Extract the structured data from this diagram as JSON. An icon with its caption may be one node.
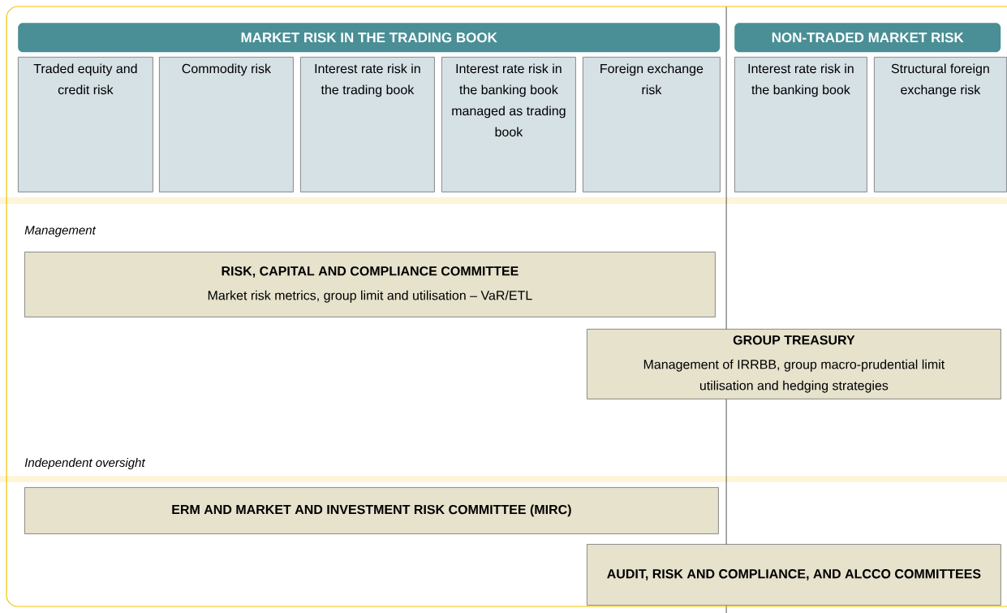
{
  "diagram": {
    "nodes": [
      {
        "text": [
          "MARKET RISK IN THE TRADING BOOK"
        ]
      },
      {
        "text": [
          "Traded equity and credit risk"
        ]
      },
      {
        "text": [
          "Commodity risk"
        ]
      },
      {
        "text": [
          "Interest rate risk in the trading book"
        ]
      },
      {
        "text": [
          "Interest rate risk in the banking book managed as trading book"
        ]
      },
      {
        "text": [
          "Foreign exchange risk"
        ]
      },
      {
        "text": [
          "NON-TRADED MARKET RISK"
        ]
      },
      {
        "text": [
          "Interest rate risk in the banking book"
        ]
      },
      {
        "text": [
          "Structural foreign exchange risk"
        ]
      },
      {
        "text": [
          "RISK, CAPITAL AND COMPLIANCE COMMITTEE",
          "Market risk metrics, group limit and utilisation – VaR/ETL"
        ]
      },
      {
        "text": [
          "GROUP TREASURY",
          "Management of IRRBB, group macro-prudential limit utilisation and hedging strategies"
        ]
      },
      {
        "text": [
          "ERM AND MARKET AND INVESTMENT RISK COMMITTEE (MIRC)"
        ]
      },
      {
        "text": [
          "AUDIT, RISK AND COMPLIANCE, AND ALCCO COMMITTEES"
        ]
      }
    ],
    "labels": [
      "Management",
      "Independent oversight"
    ]
  }
}
